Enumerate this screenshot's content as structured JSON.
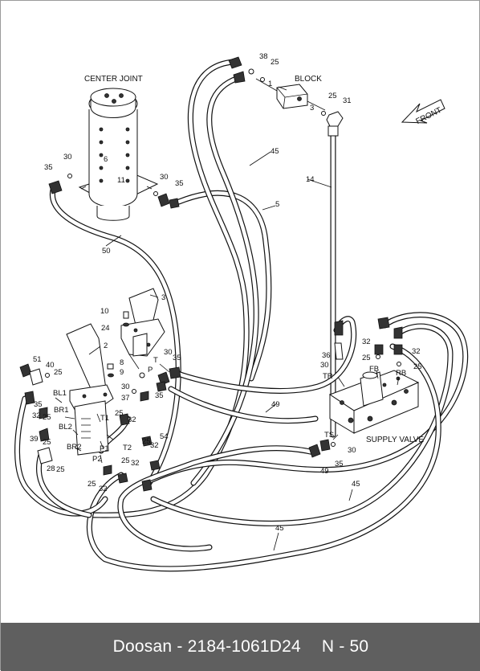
{
  "title": {
    "center_joint": "CENTER JOINT",
    "block": "BLOCK",
    "front": "FRONT",
    "supply_valve": "SUPPLY VALVE"
  },
  "ports": {
    "fb": "FB",
    "rb": "RB",
    "tr": "TR",
    "ts": "TS",
    "bl1": "BL1",
    "br1": "BR1",
    "bl2": "BL2",
    "br2": "BR2",
    "t": "T",
    "p": "P",
    "t1": "T1",
    "t2": "T2",
    "p1": "P1",
    "p2": "P2"
  },
  "callouts": {
    "n38": "38",
    "n25_top": "25",
    "n1": "1",
    "n3_block": "3",
    "n25_block": "25",
    "n31": "31",
    "n30_cj": "30",
    "n35_cj": "35",
    "n6": "6",
    "n11": "11",
    "n30_mid": "30",
    "n35_mid": "35",
    "n45_top": "45",
    "n14": "14",
    "n5": "5",
    "n50": "50",
    "n10": "10",
    "n3_pedal": "3",
    "n24": "24",
    "n2": "2",
    "n8": "8",
    "n9": "9",
    "n30_p": "30",
    "n35_p": "35",
    "n30_t": "30",
    "n35_t": "35",
    "n37": "37",
    "n51": "51",
    "n40": "40",
    "n25_l1": "25",
    "n35_l": "35",
    "n32_l": "32",
    "n25_l2": "25",
    "n39": "39",
    "n25_l3": "25",
    "n28": "28",
    "n25_l4": "25",
    "n25_m1": "25",
    "n32_m1": "32",
    "n54": "54",
    "n25_m2": "25",
    "n32_m2": "32",
    "n25_m3": "25",
    "n32_m3": "32",
    "n25_m4": "25",
    "n32_m4": "32",
    "n49_mid": "49",
    "n32_r1": "32",
    "n36": "36",
    "n25_r1": "25",
    "n30_r": "30",
    "n32_r2": "32",
    "n25_r2": "25",
    "n30_ts": "30",
    "n49_ts": "49",
    "n35_ts": "35",
    "n45_right": "45",
    "n45_bottom": "45"
  },
  "footer": {
    "brand": "Doosan",
    "dash": "-",
    "part_number": "2184-1061D24",
    "page": "N - 50"
  }
}
